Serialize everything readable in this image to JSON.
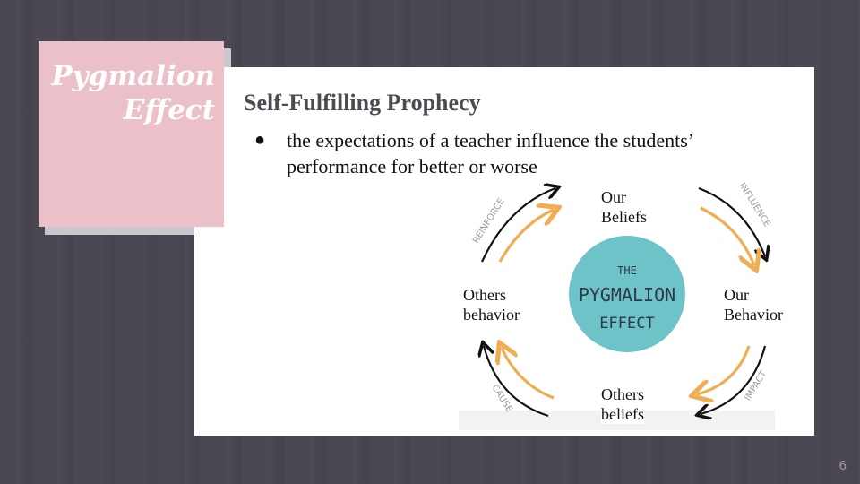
{
  "slide": {
    "title": "Pygmalion\nEffect",
    "heading": "Self-Fulfilling Prophecy",
    "bullet_symbol": "●",
    "bullet_text": "the expectations of a teacher influence the students’ performance for better or worse",
    "page_number": "6"
  },
  "diagram": {
    "center_label": [
      "THE",
      "PYGMALION",
      "EFFECT"
    ],
    "nodes": {
      "top": "Our\nBeliefs",
      "right": "Our\nBehavior",
      "bottom": "Others\nbeliefs",
      "left": "Others\nbehavior"
    },
    "arrow_labels": {
      "top_left": "REINFORCE",
      "top_right": "INFLUENCE",
      "bottom_right": "IMPACT",
      "bottom_left": "CAUSE"
    },
    "colors": {
      "center_circle": "#6ec3c8",
      "inner_arrow": "#f0ad52",
      "outer_arrow": "#111111",
      "arrow_label": "#9a9a9a",
      "center_text": "#2e3a45"
    }
  }
}
